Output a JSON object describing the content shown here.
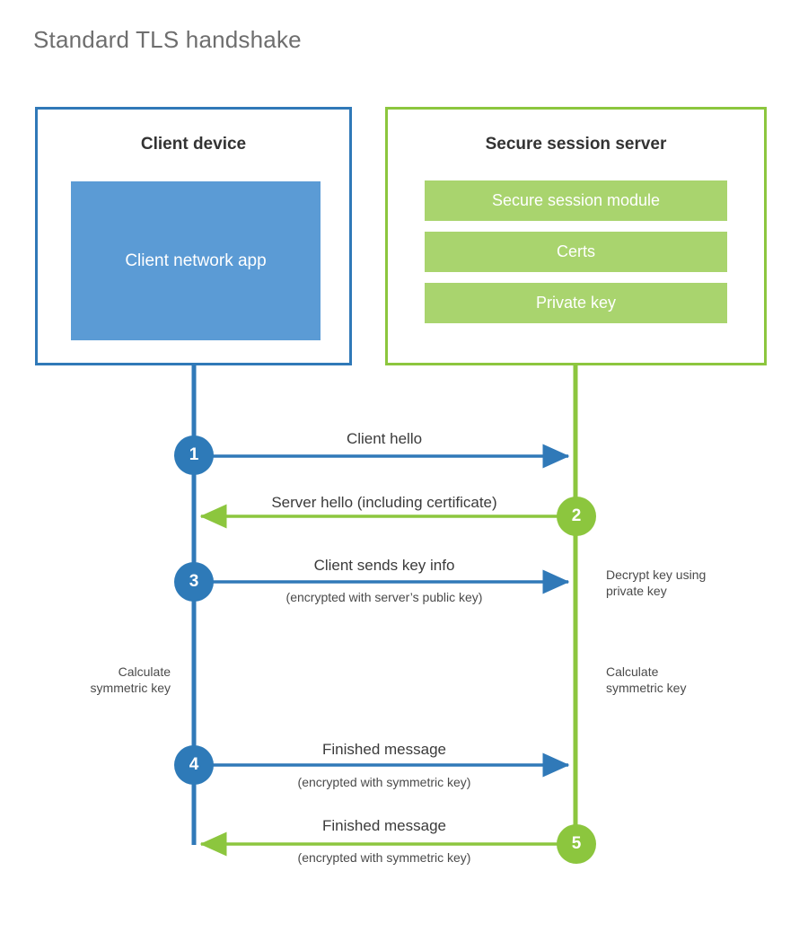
{
  "title": "Standard TLS handshake",
  "colors": {
    "client_border": "#3079b8",
    "client_fill": "#5b9bd5",
    "client_accent": "#2e7ab8",
    "server_border": "#8cc63e",
    "server_fill": "#a9d46e",
    "server_accent": "#8cc63e",
    "title_text": "#6e6e6e",
    "body_text": "#3b3b3b",
    "background": "#ffffff"
  },
  "client": {
    "title": "Client device",
    "app_label": "Client network\napp"
  },
  "server": {
    "title": "Secure session server",
    "components": [
      {
        "label": "Secure session module"
      },
      {
        "label": "Certs"
      },
      {
        "label": "Private key"
      }
    ]
  },
  "steps": [
    {
      "number": "1",
      "label": "Client hello",
      "sublabel": "",
      "direction": "client-to-server",
      "color": "blue"
    },
    {
      "number": "2",
      "label": "Server hello (including certificate)",
      "sublabel": "",
      "direction": "server-to-client",
      "color": "green"
    },
    {
      "number": "3",
      "label": "Client sends key info",
      "sublabel": "(encrypted with server’s public key)",
      "direction": "client-to-server",
      "color": "blue"
    },
    {
      "number": "4",
      "label": "Finished message",
      "sublabel": "(encrypted with symmetric key)",
      "direction": "client-to-server",
      "color": "blue"
    },
    {
      "number": "5",
      "label": "Finished message",
      "sublabel": "(encrypted with symmetric key)",
      "direction": "server-to-client",
      "color": "green"
    }
  ],
  "annotations": {
    "decrypt_note": "Decrypt key using\nprivate key",
    "client_calculate_note": "Calculate\nsymmetric key",
    "server_calculate_note": "Calculate\nsymmetric key"
  }
}
